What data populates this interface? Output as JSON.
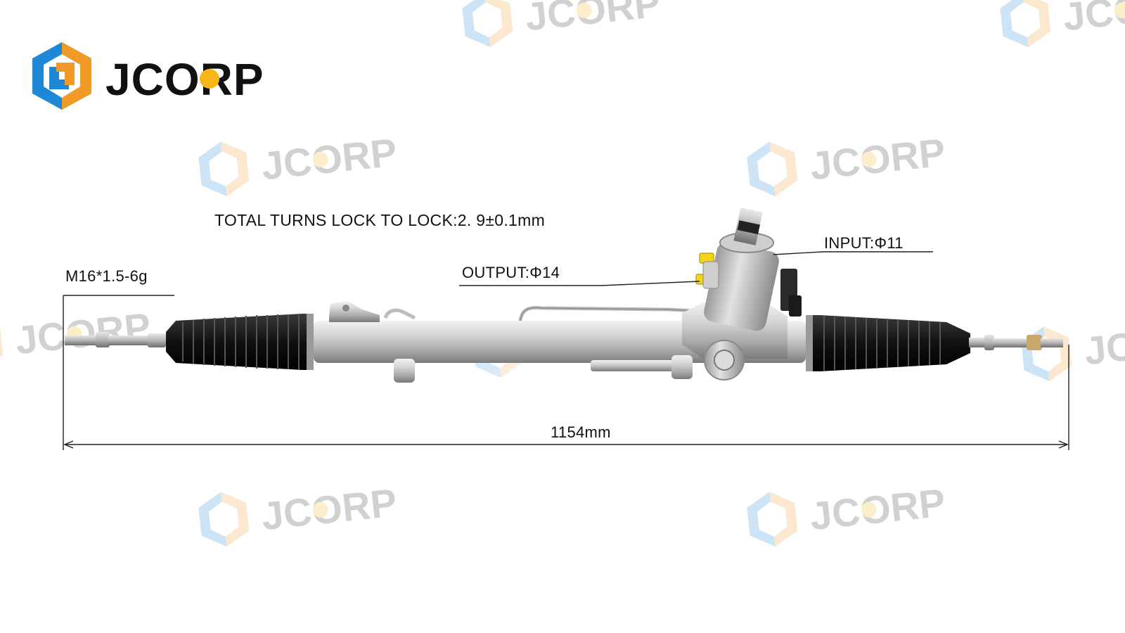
{
  "brand": {
    "name": "JCORP",
    "colors": {
      "blue": "#1e88d6",
      "orange": "#f09a28",
      "yellow": "#f7b718",
      "text": "#111111"
    }
  },
  "specs": {
    "total_turns": "TOTAL TURNS LOCK TO LOCK:2. 9±0.1mm",
    "thread": "M16*1.5-6g",
    "output": "OUTPUT:Φ14",
    "input": "INPUT:Φ11",
    "overall_length": "1154mm"
  },
  "product": {
    "icon": "steering-rack-icon"
  }
}
